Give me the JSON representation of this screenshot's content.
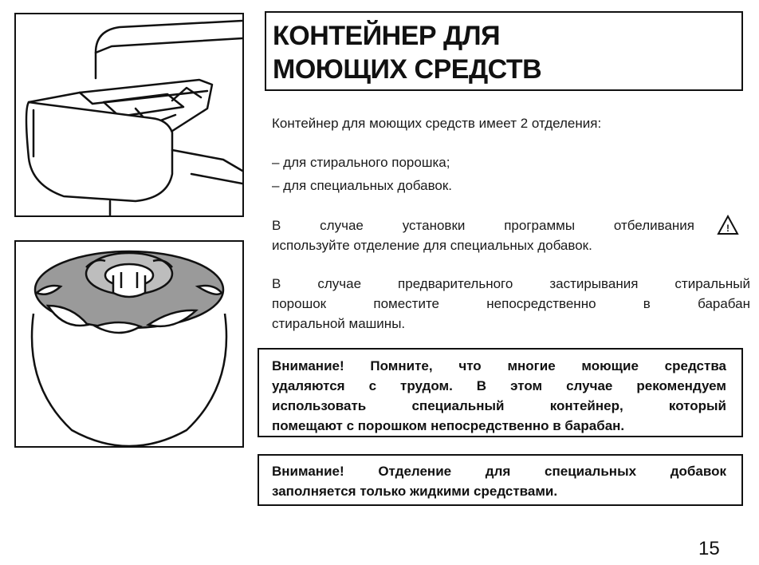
{
  "title": {
    "line1": "КОНТЕЙНЕР ДЛЯ",
    "line2": "МОЮЩИХ СРЕДСТВ"
  },
  "intro": "Контейнер для моющих средств имеет 2 отделения:",
  "list": [
    "– для стирального порошка;",
    "– для специальных добавок."
  ],
  "bleach_note": {
    "line1": "В случае установки программы отбеливания",
    "line2": "используйте отделение для специальных добавок."
  },
  "prewash_note": {
    "line1": "В случае предварительного застирывания стиральный",
    "line2": "порошок поместите непосредственно в барабан",
    "line3": "стиральной машины."
  },
  "warning1": {
    "line1": "Внимание! Помните, что многие моющие средства",
    "line2": "удаляются с трудом. В этом случае рекомендуем",
    "line3": "использовать специальный контейнер, который",
    "line4": "помещают с порошком непосредственно в барабан."
  },
  "warning2": {
    "line1": "Внимание! Отделение для специальных добавок",
    "line2": "заполняется только жидкими средствами."
  },
  "warning_icon_label": "!",
  "page_number": "15",
  "icons": {
    "drawer": "detergent-drawer-illustration",
    "ball": "dispenser-ball-illustration",
    "warning": "warning-triangle-icon"
  }
}
